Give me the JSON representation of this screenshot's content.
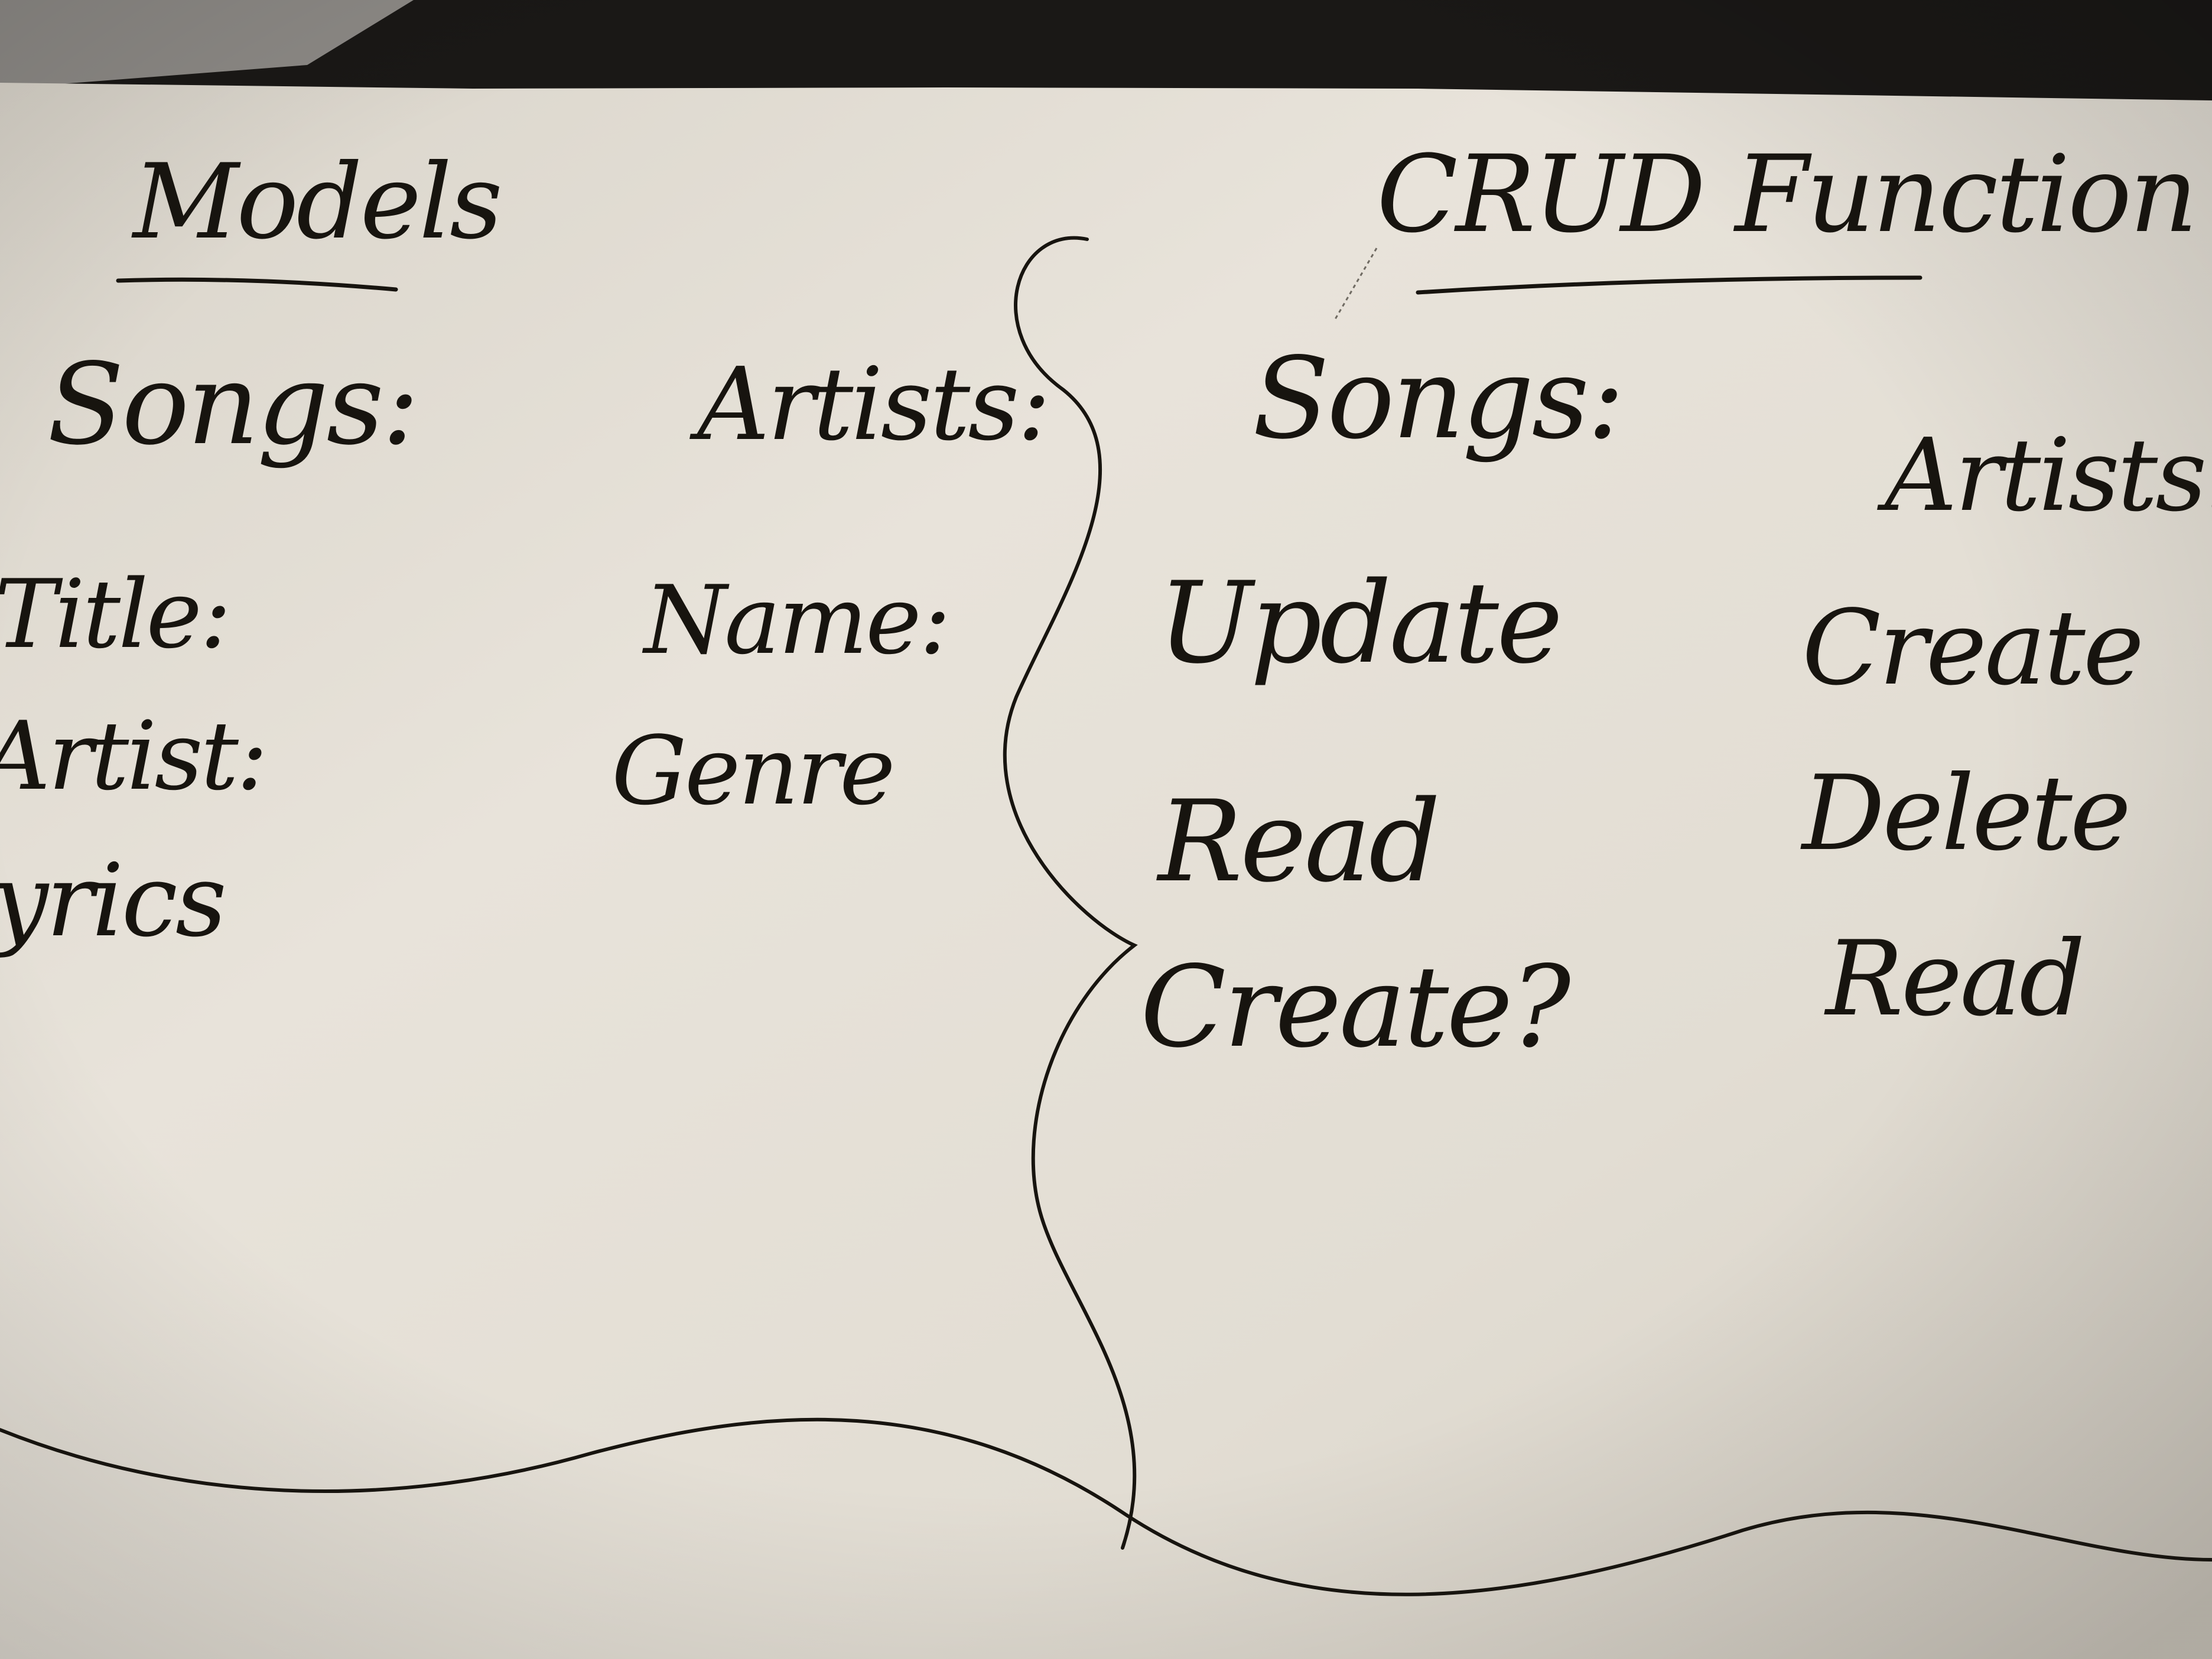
{
  "colors": {
    "paper": "#e6e1d8",
    "ink": "#17140f",
    "background_top": "#1a1816"
  },
  "models_section": {
    "heading": "Models",
    "songs": {
      "label": "Songs:",
      "fields": [
        "Title:",
        "Artist:",
        "Lyrics"
      ]
    },
    "artists": {
      "label": "Artists:",
      "fields": [
        "Name:",
        "Genre"
      ]
    }
  },
  "crud_section": {
    "heading": "CRUD Function",
    "songs": {
      "label": "Songs:",
      "functions": [
        "Update",
        "Read",
        "Create?"
      ]
    },
    "artists": {
      "label": "Artists:",
      "functions": [
        "Create",
        "Delete",
        "Read"
      ]
    }
  }
}
